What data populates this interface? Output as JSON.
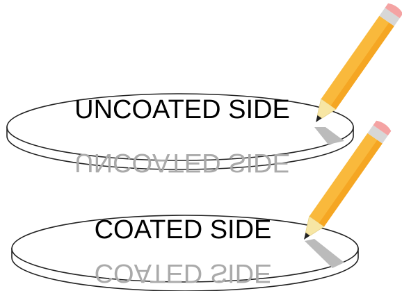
{
  "diagram": {
    "top_mirror": {
      "label": "UNCOATED SIDE",
      "reflection_text": "UNCOATED SIDE"
    },
    "bottom_mirror": {
      "label": "COATED SIDE",
      "reflection_text": "COATED SIDE"
    }
  },
  "colors": {
    "label_text": "#000000",
    "reflection_text": "#aaaaaa",
    "pencil_body": "#f9b93c",
    "pencil_body_shade": "#f5a623",
    "pencil_wood": "#f7e6a4",
    "pencil_tip": "#222222",
    "pencil_ferrule": "#d7d7d7",
    "pencil_eraser": "#f4a3a3",
    "pencil_reflection": "#bbbbbb",
    "outline": "#222222"
  },
  "icons": {
    "pencil": "pencil-icon"
  }
}
